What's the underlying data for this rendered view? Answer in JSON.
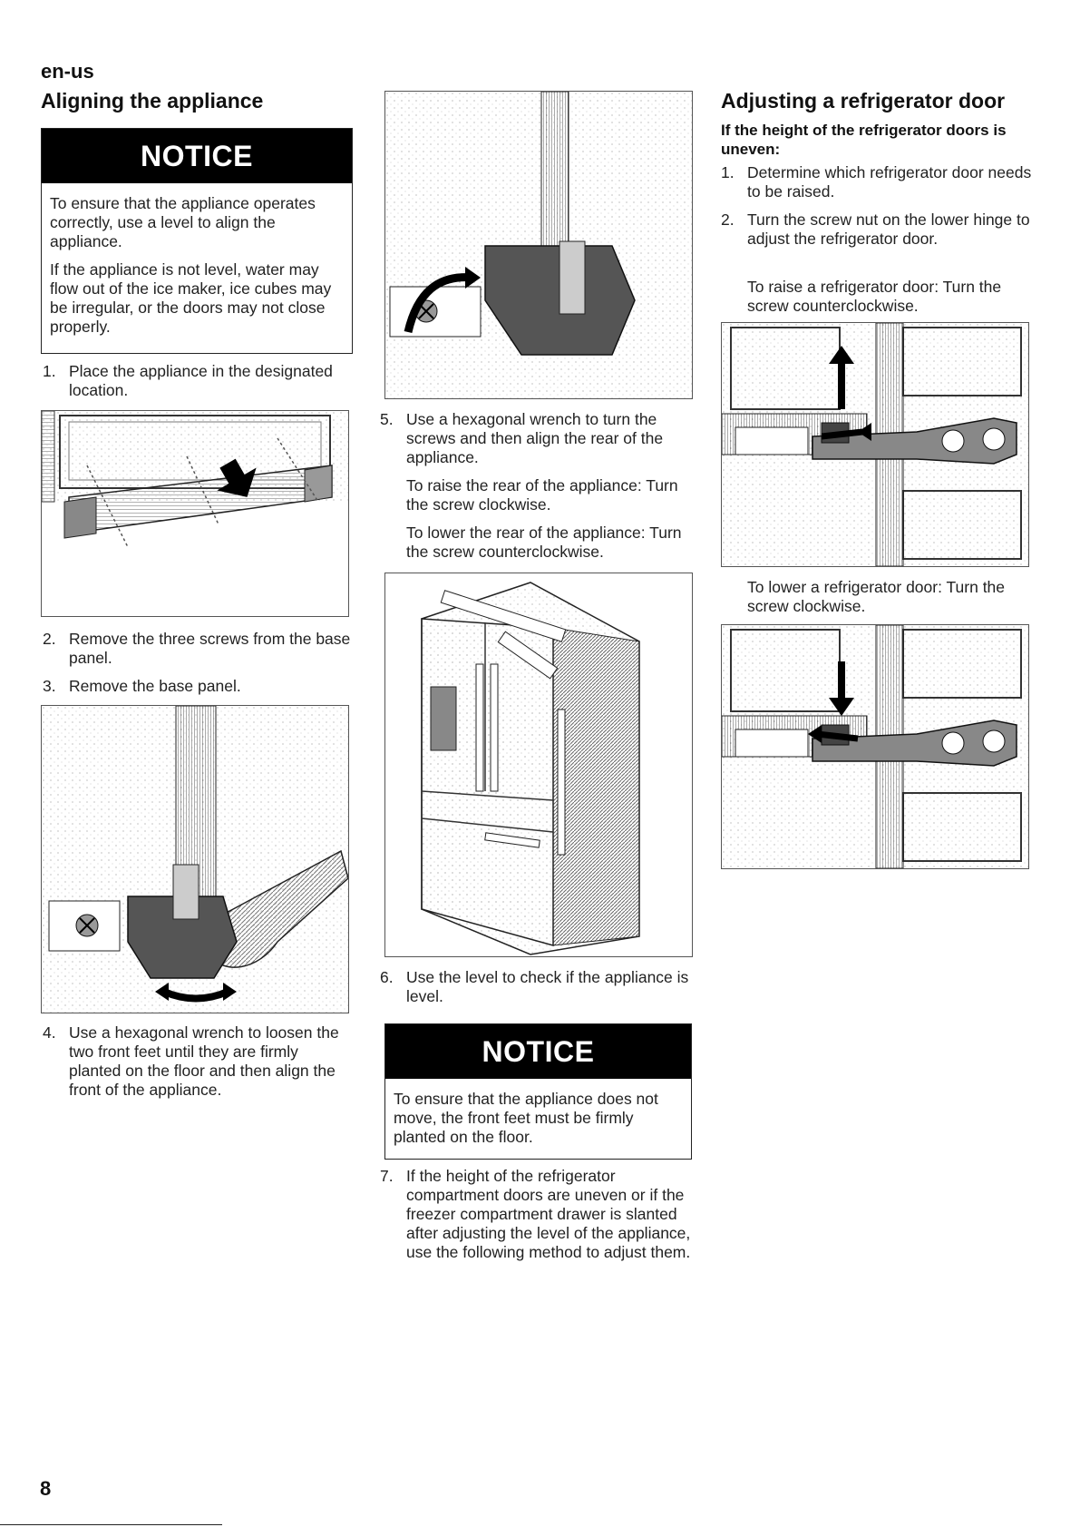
{
  "header": {
    "lang": "en-us"
  },
  "left": {
    "title": "Aligning the appliance",
    "notice": {
      "label": "NOTICE",
      "p1": "To ensure that the appliance operates correctly, use a level to align the appliance.",
      "p2": "If the appliance is not level, water may flow out of the ice maker, ice cubes may be irregular, or the doors may not close properly."
    },
    "steps": [
      {
        "num": "1.",
        "text": "Place the appliance in the designated location."
      },
      {
        "num": "2.",
        "text": "Remove the three screws from the base panel."
      },
      {
        "num": "3.",
        "text": "Remove the base panel."
      },
      {
        "num": "4.",
        "text": "Use a hexagonal wrench to loosen the two front feet until they are firmly planted on the floor and then align the front of the appliance."
      }
    ]
  },
  "middle": {
    "step5": {
      "num": "5.",
      "text": "Use a hexagonal wrench to turn the screws and then align the rear of the appliance.",
      "raise": "To raise the rear of the appliance: Turn the screw clockwise.",
      "lower": "To lower the rear of the appliance: Turn the screw counterclockwise."
    },
    "step6": {
      "num": "6.",
      "text": "Use the level to check if the appliance is level."
    },
    "notice": {
      "label": "NOTICE",
      "p1": "To ensure that the appliance does not move, the front feet must be firmly planted on the floor."
    },
    "step7": {
      "num": "7.",
      "text": "If the height of the refrigerator compartment doors are uneven or if the freezer compartment drawer is slanted after adjusting the level of the appliance, use the following method to adjust them."
    }
  },
  "right": {
    "title": "Adjusting a refrigerator door",
    "subhead": "If the height of the refrigerator doors is uneven:",
    "steps": [
      {
        "num": "1.",
        "text": "Determine which refrigerator door needs to be raised."
      },
      {
        "num": "2.",
        "text": "Turn the screw nut on the lower hinge to adjust the refrigerator door."
      }
    ],
    "raise": "To raise a refrigerator door: Turn the screw counterclockwise.",
    "lower": "To lower a refrigerator door: Turn the screw clockwise."
  },
  "footer": {
    "page": "8"
  }
}
